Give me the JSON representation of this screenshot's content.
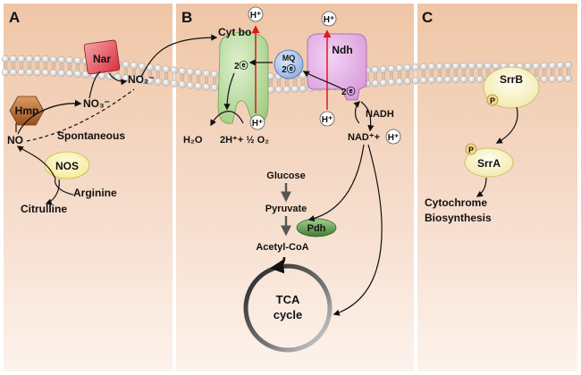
{
  "panels": {
    "a": "A",
    "b": "B",
    "c": "C"
  },
  "panel_a": {
    "nar": "Nar",
    "hmp": "Hmp",
    "no3": "NO₃⁻",
    "no2": "NO₂⁻",
    "no": "NO",
    "spontaneous": "Spontaneous",
    "nos": "NOS",
    "arginine": "Arginine",
    "citrulline": "Citrulline"
  },
  "panel_b": {
    "cyt_bo": "Cyt bo",
    "mq": "MQ",
    "ndh": "Ndh",
    "proton": "H⁺",
    "two_e": "2ⓔ",
    "h2o": "H₂O",
    "two_h_half_o2": "2H⁺+ ½ O₂",
    "nadh": "NADH",
    "nad_plus": "NAD⁺+",
    "glucose": "Glucose",
    "pyruvate": "Pyruvate",
    "pdh": "Pdh",
    "acetyl_coa": "Acetyl-CoA",
    "tca_line1": "TCA",
    "tca_line2": "cycle"
  },
  "panel_c": {
    "srrb": "SrrB",
    "srra": "SrrA",
    "p": "P",
    "cyto_line1": "Cytochrome",
    "cyto_line2": "Biosynthesis"
  },
  "colors": {
    "bg_top": "#efc6a6",
    "bg_bottom": "#fdf3ec",
    "nar": "#e8505b",
    "hmp": "#b8652b",
    "cyt_bo": "#b9dca2",
    "ndh": "#e6b3e8",
    "mq": "#a9c4ee",
    "nos": "#fcf5b8",
    "pdh": "#5b9a4c",
    "spontaneous": "#e02020",
    "proton_arrow": "#e01818"
  }
}
